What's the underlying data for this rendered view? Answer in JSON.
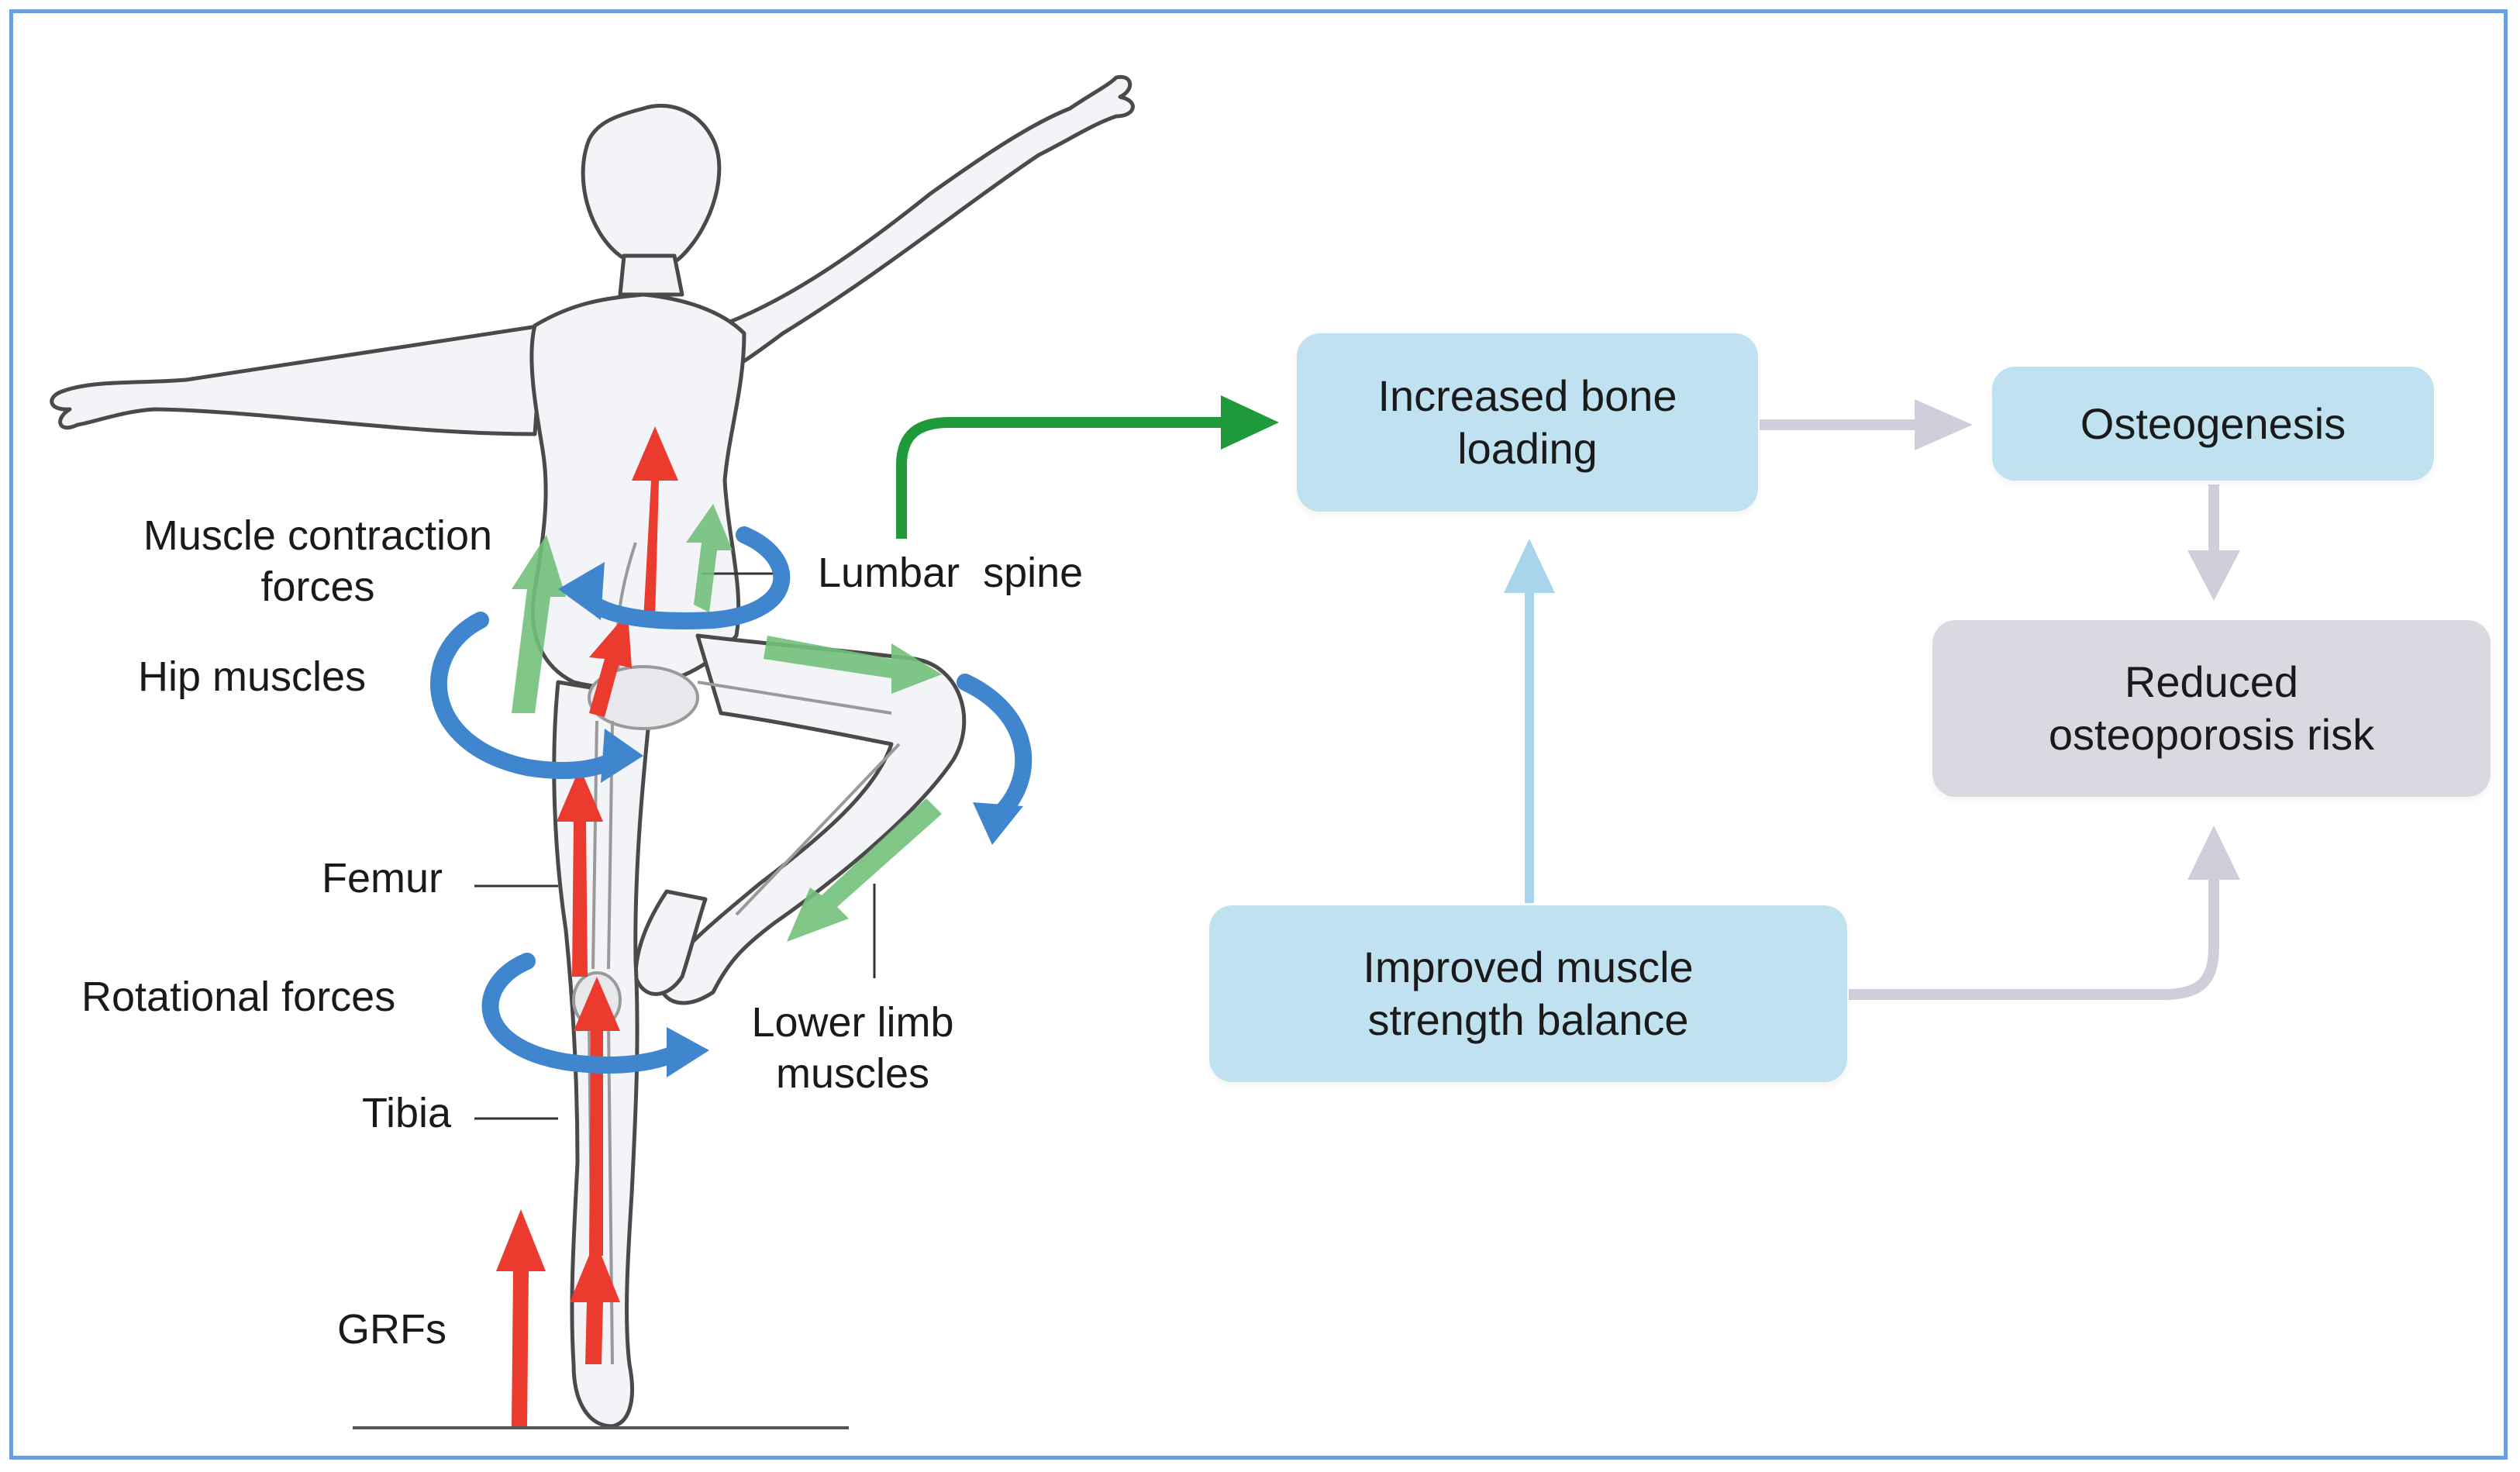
{
  "anatomy_labels": {
    "muscle_contraction_line1": "Muscle contraction",
    "muscle_contraction_line2": "forces",
    "hip_muscles": "Hip muscles",
    "femur": "Femur",
    "rotational_forces": "Rotational forces",
    "tibia": "Tibia",
    "grfs": "GRFs",
    "lumbar_spine": "Lumbar  spine",
    "lower_limb_line1": "Lower limb",
    "lower_limb_line2": "muscles"
  },
  "flow_boxes": {
    "increased_bone_loading": {
      "line1": "Increased bone",
      "line2": "loading"
    },
    "osteogenesis": "Osteogenesis",
    "reduced_risk": {
      "line1": "Reduced",
      "line2": "osteoporosis risk"
    },
    "improved_muscle": {
      "line1": "Improved muscle",
      "line2": "strength balance"
    }
  },
  "colors": {
    "frame_border": "#6f9fd8",
    "box_blue": "#bfe1f0",
    "box_grey": "#d9d9e2",
    "arrow_green": "#1f9a3a",
    "arrow_grey": "#cfcfdc",
    "arrow_light_blue": "#a8d4ec",
    "force_red": "#ea3b2e",
    "rotation_blue": "#3f86cf",
    "muscle_green": "#72c07a"
  }
}
